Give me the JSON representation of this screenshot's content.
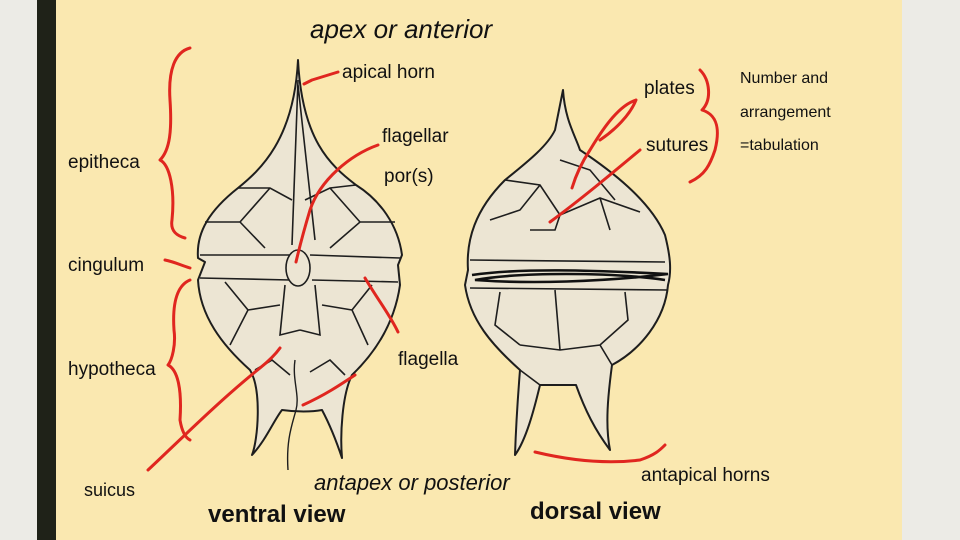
{
  "labels": {
    "apex": "apex or anterior",
    "apical_horn": "apical horn",
    "flagellar": "flagellar",
    "pores": "por(s)",
    "epitheca": "epitheca",
    "cingulum": "cingulum",
    "hypotheca": "hypotheca",
    "flagella": "flagella",
    "sulcus": "suicus",
    "antapex": "antapex or posterior",
    "ventral_view": "ventral view",
    "dorsal_view": "dorsal view",
    "plates": "plates",
    "sutures": "sutures",
    "number_and": "Number and",
    "arrangement": "arrangement",
    "tabulation": "=tabulation",
    "antapical_horns": "antapical horns"
  },
  "colors": {
    "background": "#ecebe6",
    "slide": "#fae8b0",
    "left_bar": "#1f2218",
    "cell_fill": "#ece5d3",
    "outline": "#1e1e1e",
    "annotation": "#e0261f",
    "text": "#111111"
  }
}
